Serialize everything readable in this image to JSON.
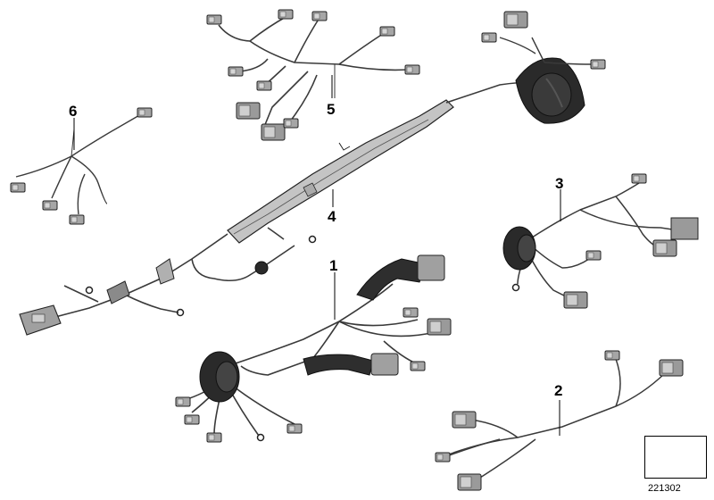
{
  "callouts": {
    "c1": "1",
    "c2": "2",
    "c3": "3",
    "c4": "4",
    "c5": "5",
    "c6": "6"
  },
  "diagram_number": "221302",
  "colors": {
    "wire": "#3a3a3a",
    "connector_fill": "#9a9a9a",
    "connector_light": "#c8c8c8",
    "grommet": "#2a2a2a",
    "duct": "#bdbdbd"
  }
}
